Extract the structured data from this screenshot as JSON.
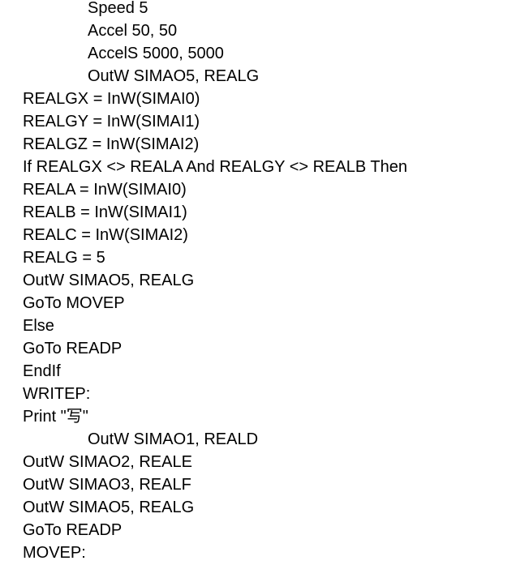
{
  "document": {
    "lines": [
      {
        "text": "Speed 5",
        "indent": true
      },
      {
        "text": "Accel 50, 50",
        "indent": true
      },
      {
        "text": "AccelS 5000, 5000",
        "indent": true
      },
      {
        "text": "OutW SIMAO5, REALG",
        "indent": true
      },
      {
        "text": "REALGX = InW(SIMAI0)",
        "indent": false
      },
      {
        "text": "REALGY = InW(SIMAI1)",
        "indent": false
      },
      {
        "text": "REALGZ = InW(SIMAI2)",
        "indent": false
      },
      {
        "text": "If REALGX <> REALA And REALGY <> REALB Then",
        "indent": false
      },
      {
        "text": "REALA = InW(SIMAI0)",
        "indent": false
      },
      {
        "text": "REALB = InW(SIMAI1)",
        "indent": false
      },
      {
        "text": "REALC = InW(SIMAI2)",
        "indent": false
      },
      {
        "text": "REALG = 5",
        "indent": false
      },
      {
        "text": "OutW SIMAO5, REALG",
        "indent": false
      },
      {
        "text": "GoTo MOVEP",
        "indent": false
      },
      {
        "text": "Else",
        "indent": false
      },
      {
        "text": "GoTo READP",
        "indent": false
      },
      {
        "text": "EndIf",
        "indent": false
      },
      {
        "text": "WRITEP:",
        "indent": false
      },
      {
        "text": "Print \"写\"",
        "indent": false
      },
      {
        "text": "OutW SIMAO1, REALD",
        "indent": true
      },
      {
        "text": "OutW SIMAO2, REALE",
        "indent": false
      },
      {
        "text": "OutW SIMAO3, REALF",
        "indent": false
      },
      {
        "text": "OutW SIMAO5, REALG",
        "indent": false
      },
      {
        "text": "GoTo READP",
        "indent": false
      },
      {
        "text": "MOVEP:",
        "indent": false
      }
    ]
  }
}
